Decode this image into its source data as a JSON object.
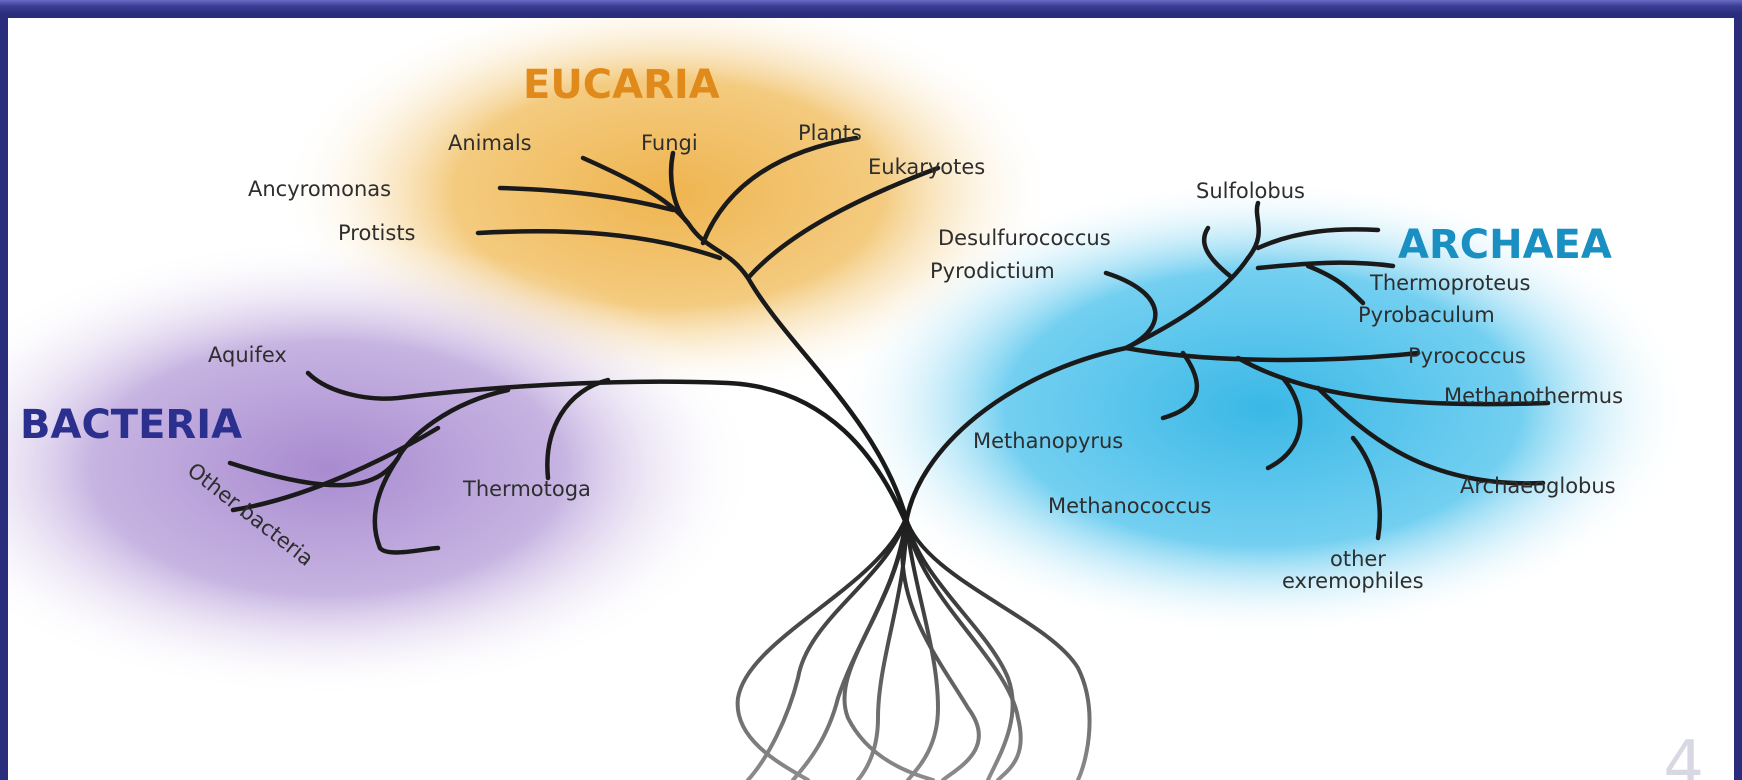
{
  "colors": {
    "eucaria": "#e08a1c",
    "archaea": "#1a8fc2",
    "bacteria": "#2b2f8e",
    "frame": "#2a2c7c",
    "eucaria_bg": "#f2c36b",
    "archaea_bg": "#57c6ec",
    "bacteria_bg": "#b39ad4",
    "branch": "#1a1a1a"
  },
  "domains": {
    "eucaria": "EUCARIA",
    "archaea": "ARCHAEA",
    "bacteria": "BACTERIA"
  },
  "eucaria_labels": {
    "animals": "Animals",
    "fungi": "Fungi",
    "plants": "Plants",
    "eukaryotes": "Eukaryotes",
    "ancyromonas": "Ancyromonas",
    "protists": "Protists"
  },
  "archaea_labels": {
    "sulfolobus": "Sulfolobus",
    "desulfurococcus": "Desulfurococcus",
    "pyrodictium": "Pyrodictium",
    "thermoproteus": "Thermoproteus",
    "pyrobaculum": "Pyrobaculum",
    "pyrococcus": "Pyrococcus",
    "methanothermus": "Methanothermus",
    "methanopyrus": "Methanopyrus",
    "archaeoglobus": "Archaeoglobus",
    "methanococcus": "Methanococcus",
    "other_line1": "other",
    "other_line2": "exremophiles"
  },
  "bacteria_labels": {
    "aquifex": "Aquifex",
    "thermotoga": "Thermotoga",
    "other_bacteria": "Other bacteria"
  },
  "slide_number": "4"
}
